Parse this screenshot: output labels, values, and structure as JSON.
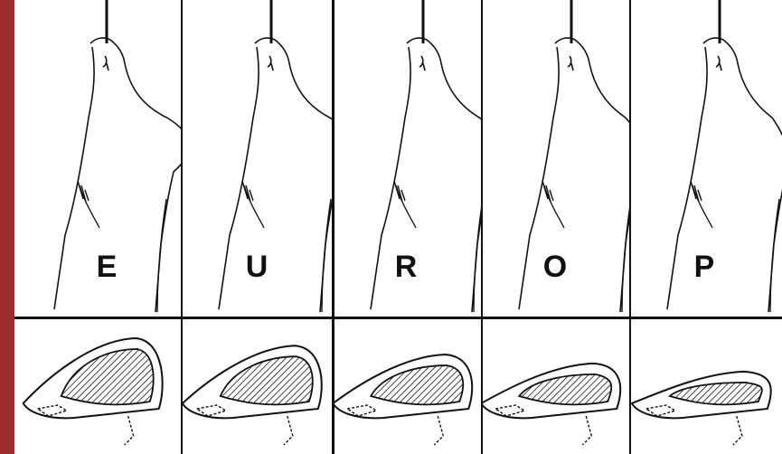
{
  "colors": {
    "edge": "#9b2b2e",
    "ink": "#111111",
    "background": "#ffffff"
  },
  "classes": [
    {
      "label": "E"
    },
    {
      "label": "U"
    },
    {
      "label": "R"
    },
    {
      "label": "O"
    },
    {
      "label": "P"
    }
  ]
}
